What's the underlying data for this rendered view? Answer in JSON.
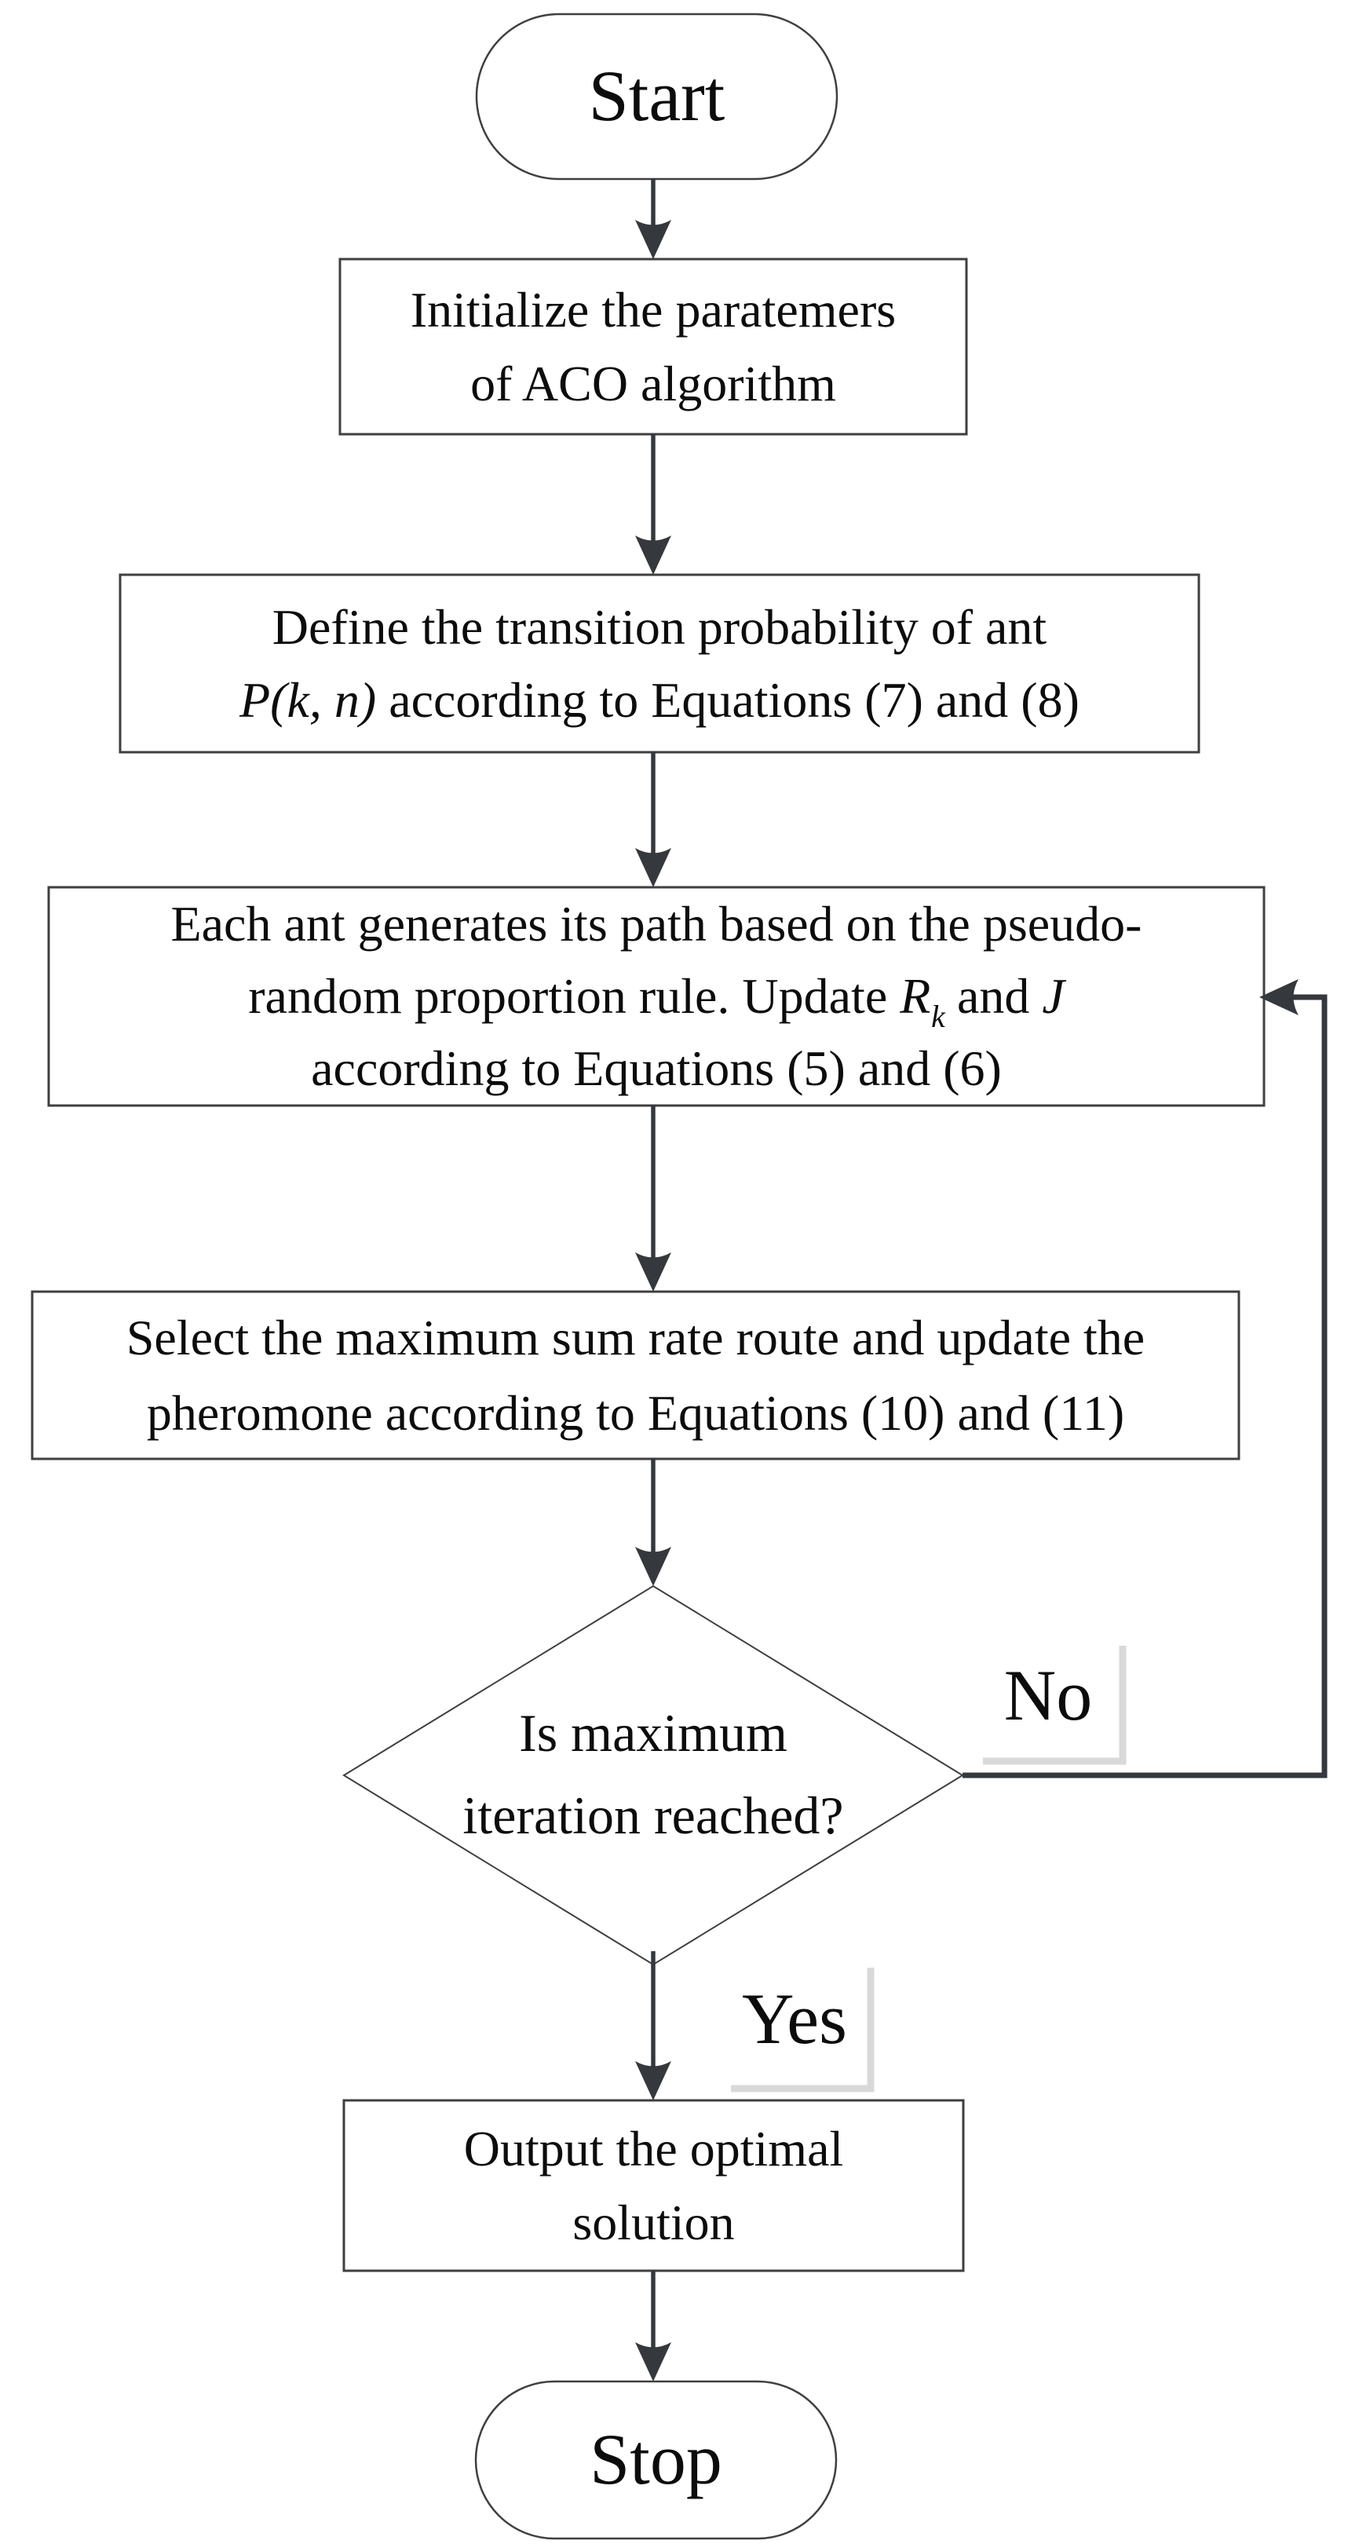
{
  "flowchart": {
    "start": {
      "label": "Start"
    },
    "init": {
      "line1": "Initialize the paratemers",
      "line2": "of ACO algorithm"
    },
    "define": {
      "line1": "Define the transition probability of ant",
      "math": "P(k, n)",
      "line2_rest": " according to Equations (7) and (8)"
    },
    "generate": {
      "line1": "Each ant generates its path based on the pseudo-",
      "line2_pre": "random proportion rule. Update ",
      "r_var": "R",
      "r_sub": "k",
      "line2_mid": " and ",
      "j_var": "J",
      "line3": "according to Equations (5) and (6)"
    },
    "select": {
      "line1": "Select the maximum sum rate route and update the",
      "line2": "pheromone according to Equations (10) and (11)"
    },
    "decision": {
      "line1": "Is maximum",
      "line2": "iteration reached?"
    },
    "branch_no": "No",
    "branch_yes": "Yes",
    "output": {
      "line1": "Output the optimal",
      "line2": "solution"
    },
    "stop": {
      "label": "Stop"
    },
    "colors": {
      "background": "#ffffff",
      "text": "#0c0c0c",
      "shape_border": "#3f3f3f",
      "arrow": "#35383c",
      "corner_bracket": "#d9d9d9"
    }
  }
}
